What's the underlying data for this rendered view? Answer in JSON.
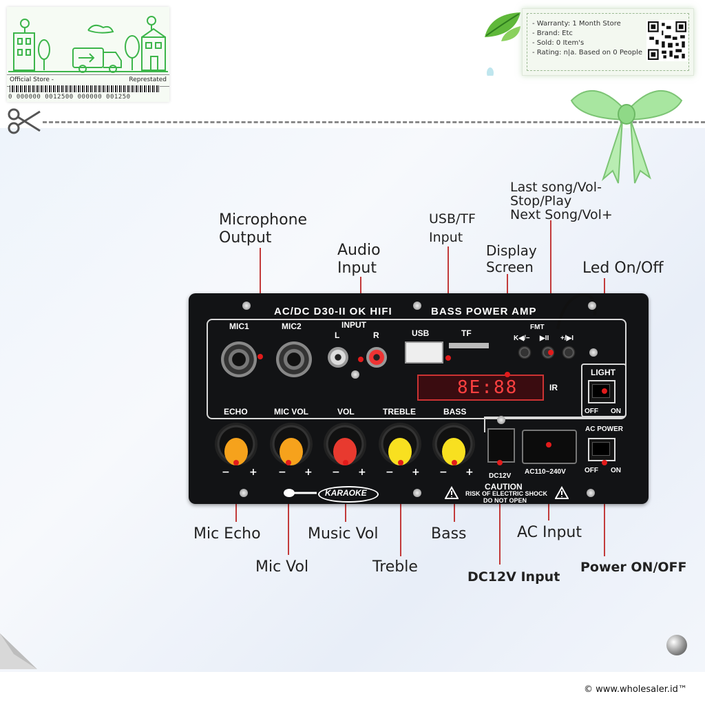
{
  "header": {
    "store_left": "Official Store -",
    "store_right": "Represtated",
    "barcode_text": "0 000000 0012500 000000 001250",
    "info": [
      "- Warranty: 1 Month Store",
      "- Brand: Etc",
      "- Sold: 0 Item's",
      "- Rating: n|a. Based on 0 People"
    ]
  },
  "callouts": {
    "microphone_output": [
      "Microphone",
      "Output"
    ],
    "audio_input": [
      "Audio",
      "Input"
    ],
    "usb_tf_input": [
      "USB/TF",
      "Input"
    ],
    "display_screen": [
      "Display",
      "Screen"
    ],
    "song_controls": [
      "Last song/Vol-",
      "Stop/Play",
      "Next Song/Vol+"
    ],
    "led_on_off": "Led On/Off",
    "mic_echo": "Mic Echo",
    "mic_vol": "Mic Vol",
    "music_vol": "Music Vol",
    "treble": "Treble",
    "bass": "Bass",
    "dc12v_input": "DC12V Input",
    "ac_input": "AC Input",
    "power_on_off": "Power ON/OFF"
  },
  "board": {
    "title_left": "AC/DC  D30-II OK HIFI",
    "title_right": "BASS  POWER  AMP",
    "mic1": "MIC1",
    "mic2": "MIC2",
    "input": "INPUT",
    "l": "L",
    "r": "R",
    "usb": "USB",
    "tf": "TF",
    "fm": "FMT",
    "prev": "K◀/−",
    "play": "▶II",
    "next": "+/▶I",
    "ir": "IR",
    "display_digits": "8E:88",
    "light": "LIGHT",
    "off": "OFF",
    "on": "ON",
    "ac_power": "AC POWER",
    "knobs": [
      "ECHO",
      "MIC VOL",
      "VOL",
      "TREBLE",
      "BASS"
    ],
    "dc_label": "DC12V",
    "ac_label": "AC110~240V",
    "caution": "CAUTION",
    "caution_sub1": "RISK OF ELECTRIC SHOCK",
    "caution_sub2": "DO NOT OPEN",
    "karaoke": "KARAOKE",
    "minus": "−",
    "plus": "+"
  },
  "footer": "© www.wholesaler.id™",
  "colors": {
    "board": "#121315",
    "callout_line": "#c23a3a",
    "dot": "#e21b1b",
    "knob_orange": "#f6a21c",
    "knob_red": "#e83a2f",
    "knob_yellow": "#f8e020",
    "store_green": "#3cb54a"
  }
}
